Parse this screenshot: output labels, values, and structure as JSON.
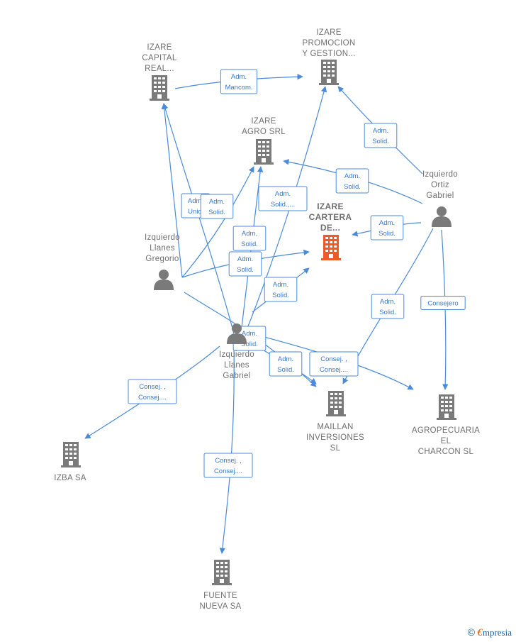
{
  "colors": {
    "edge": "#4a8ad8",
    "company": "#7a7a7a",
    "focus_company": "#f05a28",
    "person": "#7a7a7a"
  },
  "nodes": [
    {
      "id": "izare_capital",
      "type": "company",
      "label": [
        "IZARE",
        "CAPITAL",
        "REAL..."
      ]
    },
    {
      "id": "izare_promocion",
      "type": "company",
      "label": [
        "IZARE",
        "PROMOCION",
        "Y GESTION..."
      ]
    },
    {
      "id": "izare_agro",
      "type": "company",
      "label": [
        "IZARE",
        "AGRO SRL"
      ]
    },
    {
      "id": "izare_cartera",
      "type": "company",
      "focus": true,
      "label": [
        "IZARE",
        "CARTERA",
        "DE..."
      ]
    },
    {
      "id": "ortiz_gabriel",
      "type": "person",
      "label": [
        "Izquierdo",
        "Ortiz",
        "Gabriel"
      ]
    },
    {
      "id": "llanes_gregorio",
      "type": "person",
      "label": [
        "Izquierdo",
        "Llanes",
        "Gregorio"
      ]
    },
    {
      "id": "llanes_gabriel",
      "type": "person",
      "label": [
        "Izquierdo",
        "Llanes",
        "Gabriel"
      ]
    },
    {
      "id": "maillan",
      "type": "company",
      "label": [
        "MAILLAN",
        "INVERSIONES",
        "SL"
      ]
    },
    {
      "id": "agropecuaria",
      "type": "company",
      "label": [
        "AGROPECUARIA",
        "EL",
        "CHARCON SL"
      ]
    },
    {
      "id": "izba",
      "type": "company",
      "label": [
        "IZBA SA"
      ]
    },
    {
      "id": "fuente_nueva",
      "type": "company",
      "label": [
        "FUENTE",
        "NUEVA SA"
      ]
    }
  ],
  "edges": [
    {
      "from": "llanes_gregorio",
      "to": "izare_capital",
      "label": [
        "Adm.",
        "Unic."
      ]
    },
    {
      "from": "llanes_gregorio",
      "to": "izare_agro",
      "label": [
        "Adm.",
        "Solid."
      ]
    },
    {
      "from": "llanes_gregorio",
      "to": "izare_cartera",
      "label": [
        "Adm.",
        "Solid."
      ]
    },
    {
      "from": "llanes_gabriel",
      "to": "izare_capital",
      "label": []
    },
    {
      "from": "llanes_gabriel",
      "to": "izare_agro",
      "label": [
        "Adm.",
        "Solid."
      ]
    },
    {
      "from": "llanes_gabriel",
      "to": "izare_promocion",
      "label": [
        "Adm.",
        "Solid.,..."
      ]
    },
    {
      "from": "llanes_gabriel",
      "to": "izare_cartera",
      "label": [
        "Adm.",
        "Solid."
      ]
    },
    {
      "from": "izare_capital",
      "to": "izare_promocion",
      "label": [
        "Adm.",
        "Mancom."
      ]
    },
    {
      "from": "ortiz_gabriel",
      "to": "izare_promocion",
      "label": [
        "Adm.",
        "Solid."
      ]
    },
    {
      "from": "ortiz_gabriel",
      "to": "izare_agro",
      "label": [
        "Adm.",
        "Solid."
      ]
    },
    {
      "from": "ortiz_gabriel",
      "to": "izare_cartera",
      "label": [
        "Adm.",
        "Solid."
      ]
    },
    {
      "from": "ortiz_gabriel",
      "to": "maillan",
      "label": [
        "Adm.",
        "Solid."
      ]
    },
    {
      "from": "ortiz_gabriel",
      "to": "agropecuaria",
      "label": [
        "Consejero"
      ]
    },
    {
      "from": "llanes_gabriel",
      "to": "maillan",
      "label": [
        "Adm.",
        "Solid."
      ]
    },
    {
      "from": "llanes_gregorio",
      "to": "maillan",
      "label": [
        "Adm.",
        "Solid."
      ]
    },
    {
      "from": "llanes_gabriel",
      "to": "agropecuaria",
      "label": [
        "Consej. ,",
        "Consej...."
      ]
    },
    {
      "from": "llanes_gabriel",
      "to": "izba",
      "label": [
        "Consej. ,",
        "Consej...."
      ]
    },
    {
      "from": "llanes_gabriel",
      "to": "fuente_nueva",
      "label": [
        "Consej. ,",
        "Consej...."
      ]
    }
  ],
  "watermark": {
    "copyright": "©",
    "brand_initial": "€",
    "brand_rest": "mpresia"
  }
}
